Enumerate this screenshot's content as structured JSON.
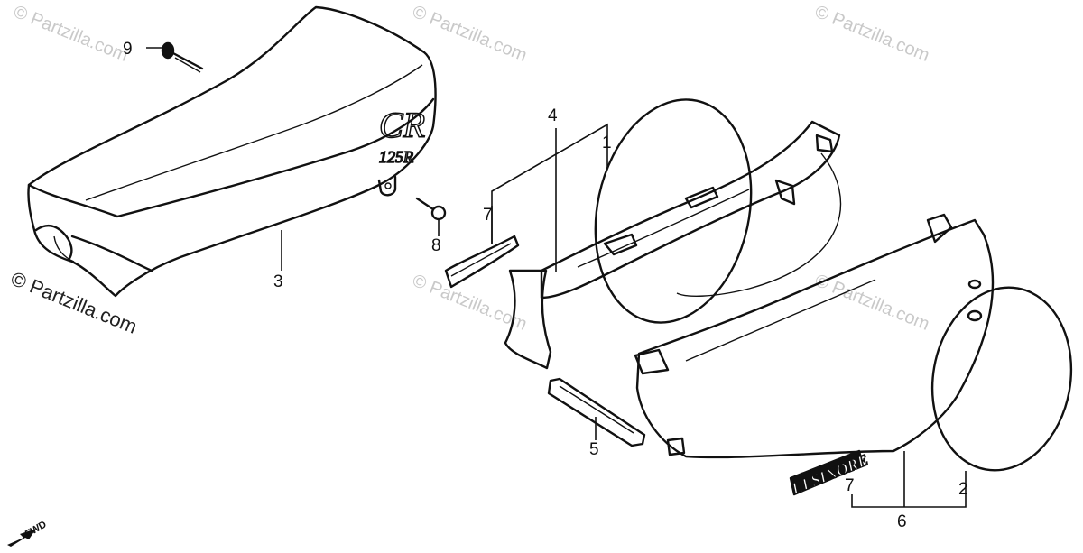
{
  "watermark": {
    "text": "© Partzilla.com",
    "small": "©Partzilla.com"
  },
  "orientation": {
    "fwd_label": "FWD"
  },
  "seat_logo": {
    "line1": "CR",
    "line2": "125R"
  },
  "side_cover_decal": "ELSINORE",
  "callouts": [
    "9",
    "3",
    "8",
    "7",
    "4",
    "1",
    "5",
    "6",
    "7",
    "2"
  ],
  "colors": {
    "ink": "#111111",
    "watermark": "#c9c9c9",
    "background": "#ffffff"
  }
}
